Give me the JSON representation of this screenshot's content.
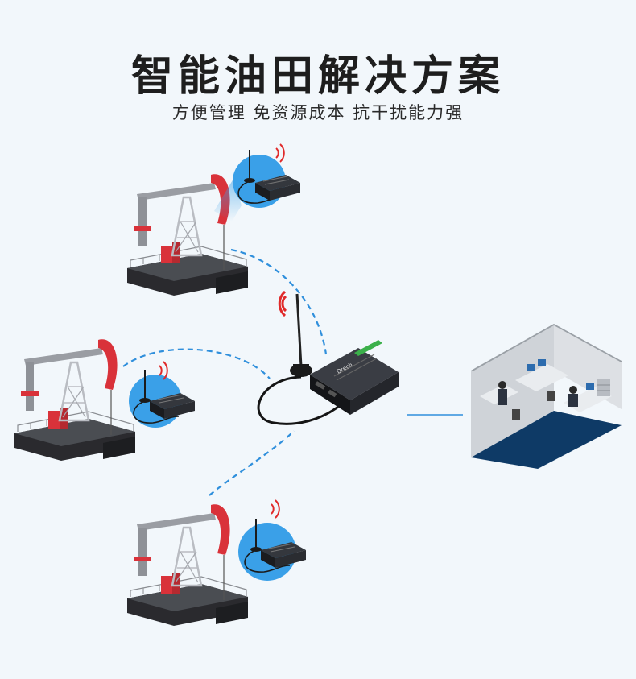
{
  "header": {
    "title": "智能油田解决方案",
    "subtitle": "方便管理 免资源成本 抗干扰能力强"
  },
  "device": {
    "brand": "Dtech"
  },
  "colors": {
    "background": "#f2f7fb",
    "link": "#2f8fdc",
    "bubble": "#3aa0e8",
    "pump_red": "#d9323a",
    "signal_red": "#e02a2a",
    "office_floor": "#0e3a66"
  }
}
